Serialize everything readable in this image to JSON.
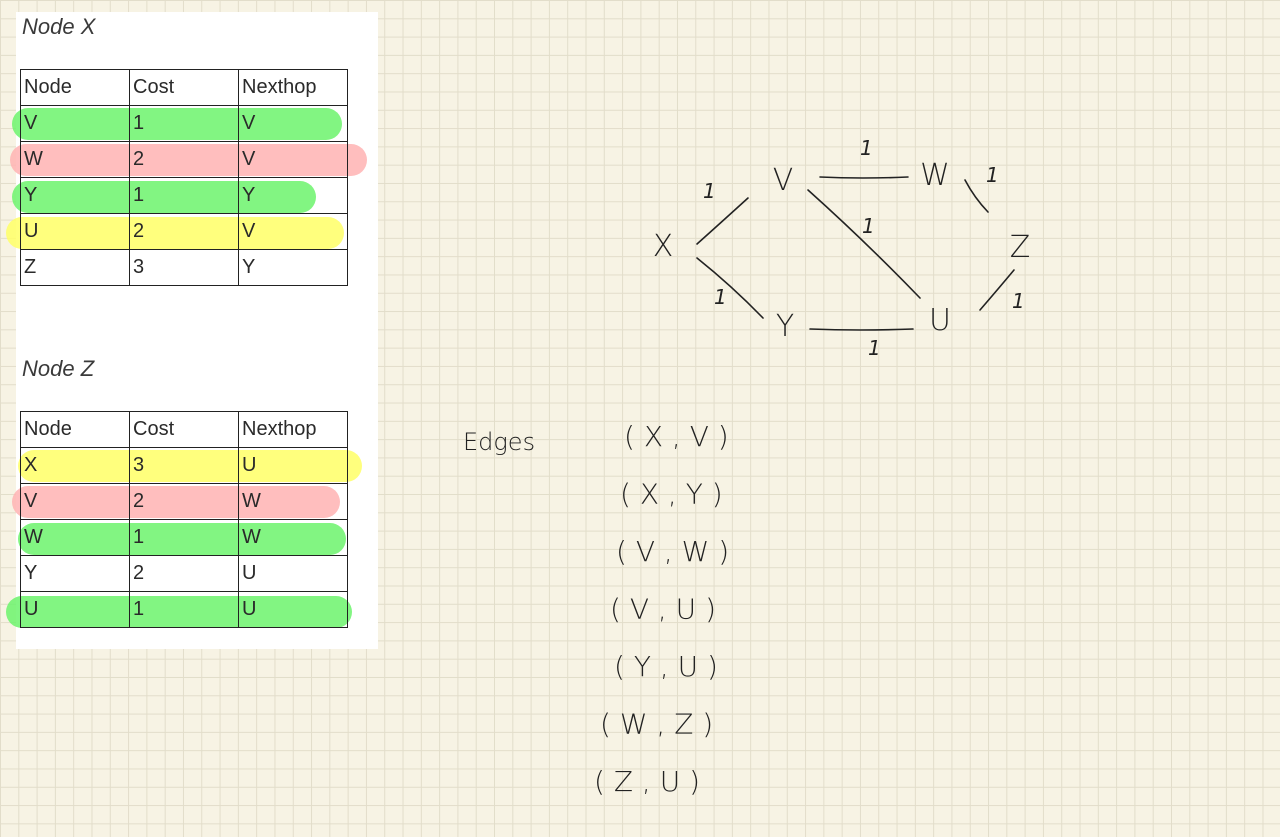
{
  "node_x": {
    "title": "Node X",
    "headers": [
      "Node",
      "Cost",
      "Nexthop"
    ],
    "rows": [
      {
        "node": "V",
        "cost": "1",
        "nexthop": "V",
        "highlight": "#6cf36c"
      },
      {
        "node": "W",
        "cost": "2",
        "nexthop": "V",
        "highlight": "#ffb3b3"
      },
      {
        "node": "Y",
        "cost": "1",
        "nexthop": "Y",
        "highlight": "#6cf36c"
      },
      {
        "node": "U",
        "cost": "2",
        "nexthop": "V",
        "highlight": "#ffff66"
      },
      {
        "node": "Z",
        "cost": "3",
        "nexthop": "Y",
        "highlight": ""
      }
    ]
  },
  "node_z": {
    "title": "Node Z",
    "headers": [
      "Node",
      "Cost",
      "Nexthop"
    ],
    "rows": [
      {
        "node": "X",
        "cost": "3",
        "nexthop": "U",
        "highlight": "#ffff66"
      },
      {
        "node": "V",
        "cost": "2",
        "nexthop": "W",
        "highlight": "#ffb3b3"
      },
      {
        "node": "W",
        "cost": "1",
        "nexthop": "W",
        "highlight": "#6cf36c"
      },
      {
        "node": "Y",
        "cost": "2",
        "nexthop": "U",
        "highlight": ""
      },
      {
        "node": "U",
        "cost": "1",
        "nexthop": "U",
        "highlight": "#6cf36c"
      }
    ]
  },
  "graph": {
    "nodes": [
      "X",
      "V",
      "W",
      "Z",
      "U",
      "Y"
    ],
    "edges": [
      {
        "from": "X",
        "to": "V",
        "weight": "1"
      },
      {
        "from": "X",
        "to": "Y",
        "weight": "1"
      },
      {
        "from": "V",
        "to": "W",
        "weight": "1"
      },
      {
        "from": "V",
        "to": "U",
        "weight": "1"
      },
      {
        "from": "W",
        "to": "Z",
        "weight": "1"
      },
      {
        "from": "Z",
        "to": "U",
        "weight": "1"
      },
      {
        "from": "Y",
        "to": "U",
        "weight": "1"
      }
    ]
  },
  "edges_list": {
    "label": "Edges",
    "items": [
      "( X , V )",
      "( X , Y )",
      "( V , W )",
      "( V , U )",
      "( Y , U )",
      "( W , Z )",
      "( Z , U )"
    ]
  }
}
